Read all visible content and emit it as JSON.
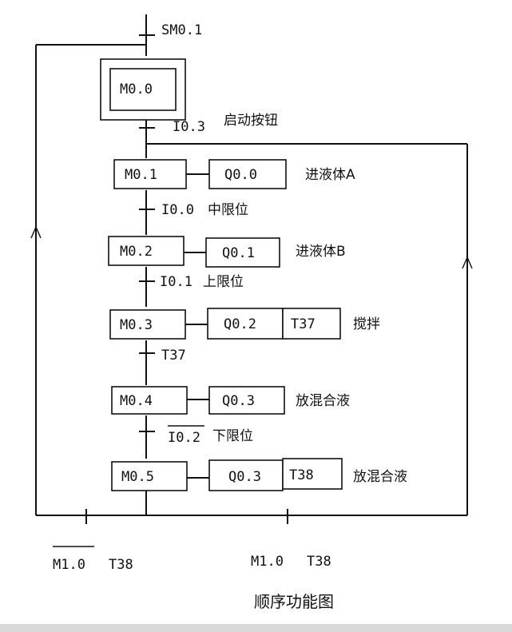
{
  "init_condition": "SM0.1",
  "initial_step": "M0.0",
  "start_transition": {
    "contact": "I0.3",
    "note": "启动按钮"
  },
  "steps": [
    {
      "step": "M0.1",
      "outputs": [
        "Q0.0"
      ],
      "note": "进液体A"
    },
    {
      "step": "M0.2",
      "outputs": [
        "Q0.1"
      ],
      "note": "进液体B"
    },
    {
      "step": "M0.3",
      "outputs": [
        "Q0.2",
        "T37"
      ],
      "note": "搅拌"
    },
    {
      "step": "M0.4",
      "outputs": [
        "Q0.3"
      ],
      "note": "放混合液"
    },
    {
      "step": "M0.5",
      "outputs": [
        "Q0.3",
        "T38"
      ],
      "note": "放混合液"
    }
  ],
  "transitions": [
    {
      "contact": "I0.0",
      "note": "中限位"
    },
    {
      "contact": "I0.1",
      "note": "上限位"
    },
    {
      "contact": "T37",
      "note": ""
    },
    {
      "contact": "I0.2",
      "note": "下限位",
      "negated": true
    }
  ],
  "return_conditions": {
    "left": {
      "contact": "M1.0",
      "negated": true,
      "timer": "T38"
    },
    "right": {
      "contact": "M1.0",
      "negated": false,
      "timer": "T38"
    }
  },
  "caption": "顺序功能图",
  "colors": {
    "ink": "#111111",
    "background": "#ffffff"
  }
}
